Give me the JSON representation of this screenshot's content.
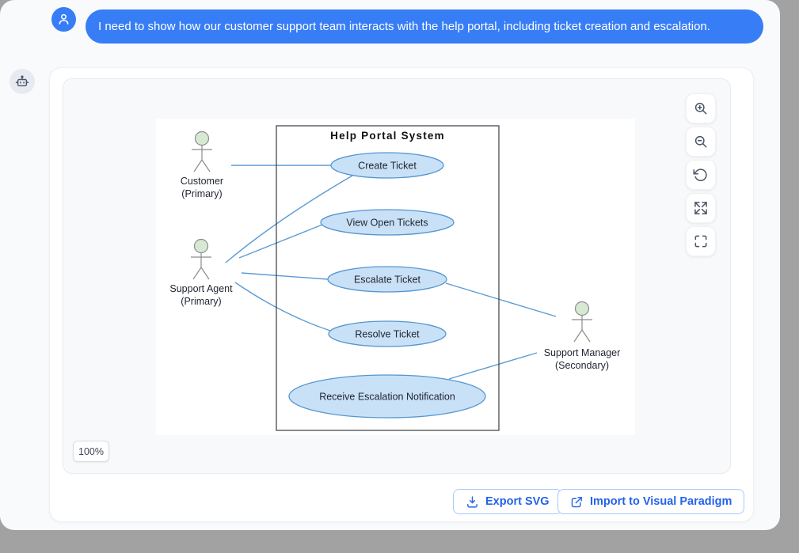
{
  "chat": {
    "user_message": "I need to show how our customer support team interacts with the help portal, including ticket creation and escalation.",
    "user_avatar_icon": "person-icon",
    "assistant_avatar_icon": "robot-icon"
  },
  "canvas": {
    "zoom_label": "100%",
    "controls": [
      {
        "id": "zoom-in",
        "icon": "magnifier-plus-icon"
      },
      {
        "id": "zoom-out",
        "icon": "magnifier-minus-icon"
      },
      {
        "id": "reset-view",
        "icon": "rotate-ccw-icon"
      },
      {
        "id": "expand",
        "icon": "arrows-out-icon"
      },
      {
        "id": "fullscreen",
        "icon": "corner-brackets-icon"
      }
    ]
  },
  "footer": {
    "export_label": "Export SVG",
    "export_icon": "download-icon",
    "import_label": "Import to Visual Paradigm",
    "import_icon": "external-link-icon"
  },
  "diagram": {
    "system_title": "Help Portal System",
    "actors": [
      {
        "id": "customer",
        "name": "Customer",
        "role": "(Primary)"
      },
      {
        "id": "support-agent",
        "name": "Support Agent",
        "role": "(Primary)"
      },
      {
        "id": "support-manager",
        "name": "Support Manager",
        "role": "(Secondary)"
      }
    ],
    "use_cases": [
      {
        "id": "create-ticket",
        "label": "Create Ticket"
      },
      {
        "id": "view-open-tickets",
        "label": "View Open Tickets"
      },
      {
        "id": "escalate-ticket",
        "label": "Escalate Ticket"
      },
      {
        "id": "resolve-ticket",
        "label": "Resolve Ticket"
      },
      {
        "id": "receive-escalation-notification",
        "label": "Receive Escalation Notification"
      }
    ],
    "connections": [
      {
        "from": "customer",
        "to": "create-ticket"
      },
      {
        "from": "support-agent",
        "to": "create-ticket"
      },
      {
        "from": "support-agent",
        "to": "view-open-tickets"
      },
      {
        "from": "support-agent",
        "to": "escalate-ticket"
      },
      {
        "from": "support-agent",
        "to": "resolve-ticket"
      },
      {
        "from": "escalate-ticket",
        "to": "support-manager"
      },
      {
        "from": "receive-escalation-notification",
        "to": "support-manager"
      }
    ]
  },
  "colors": {
    "bubble_blue": "#377df6",
    "connector_blue": "#5b9bd5",
    "usecase_fill": "#c9e1f6",
    "usecase_stroke": "#5596d2",
    "actor_head_fill": "#d7e9d3",
    "actor_stroke": "#8c8c8c",
    "page_shadow_gray": "#a2a2a2",
    "button_text_blue": "#2463eb"
  }
}
